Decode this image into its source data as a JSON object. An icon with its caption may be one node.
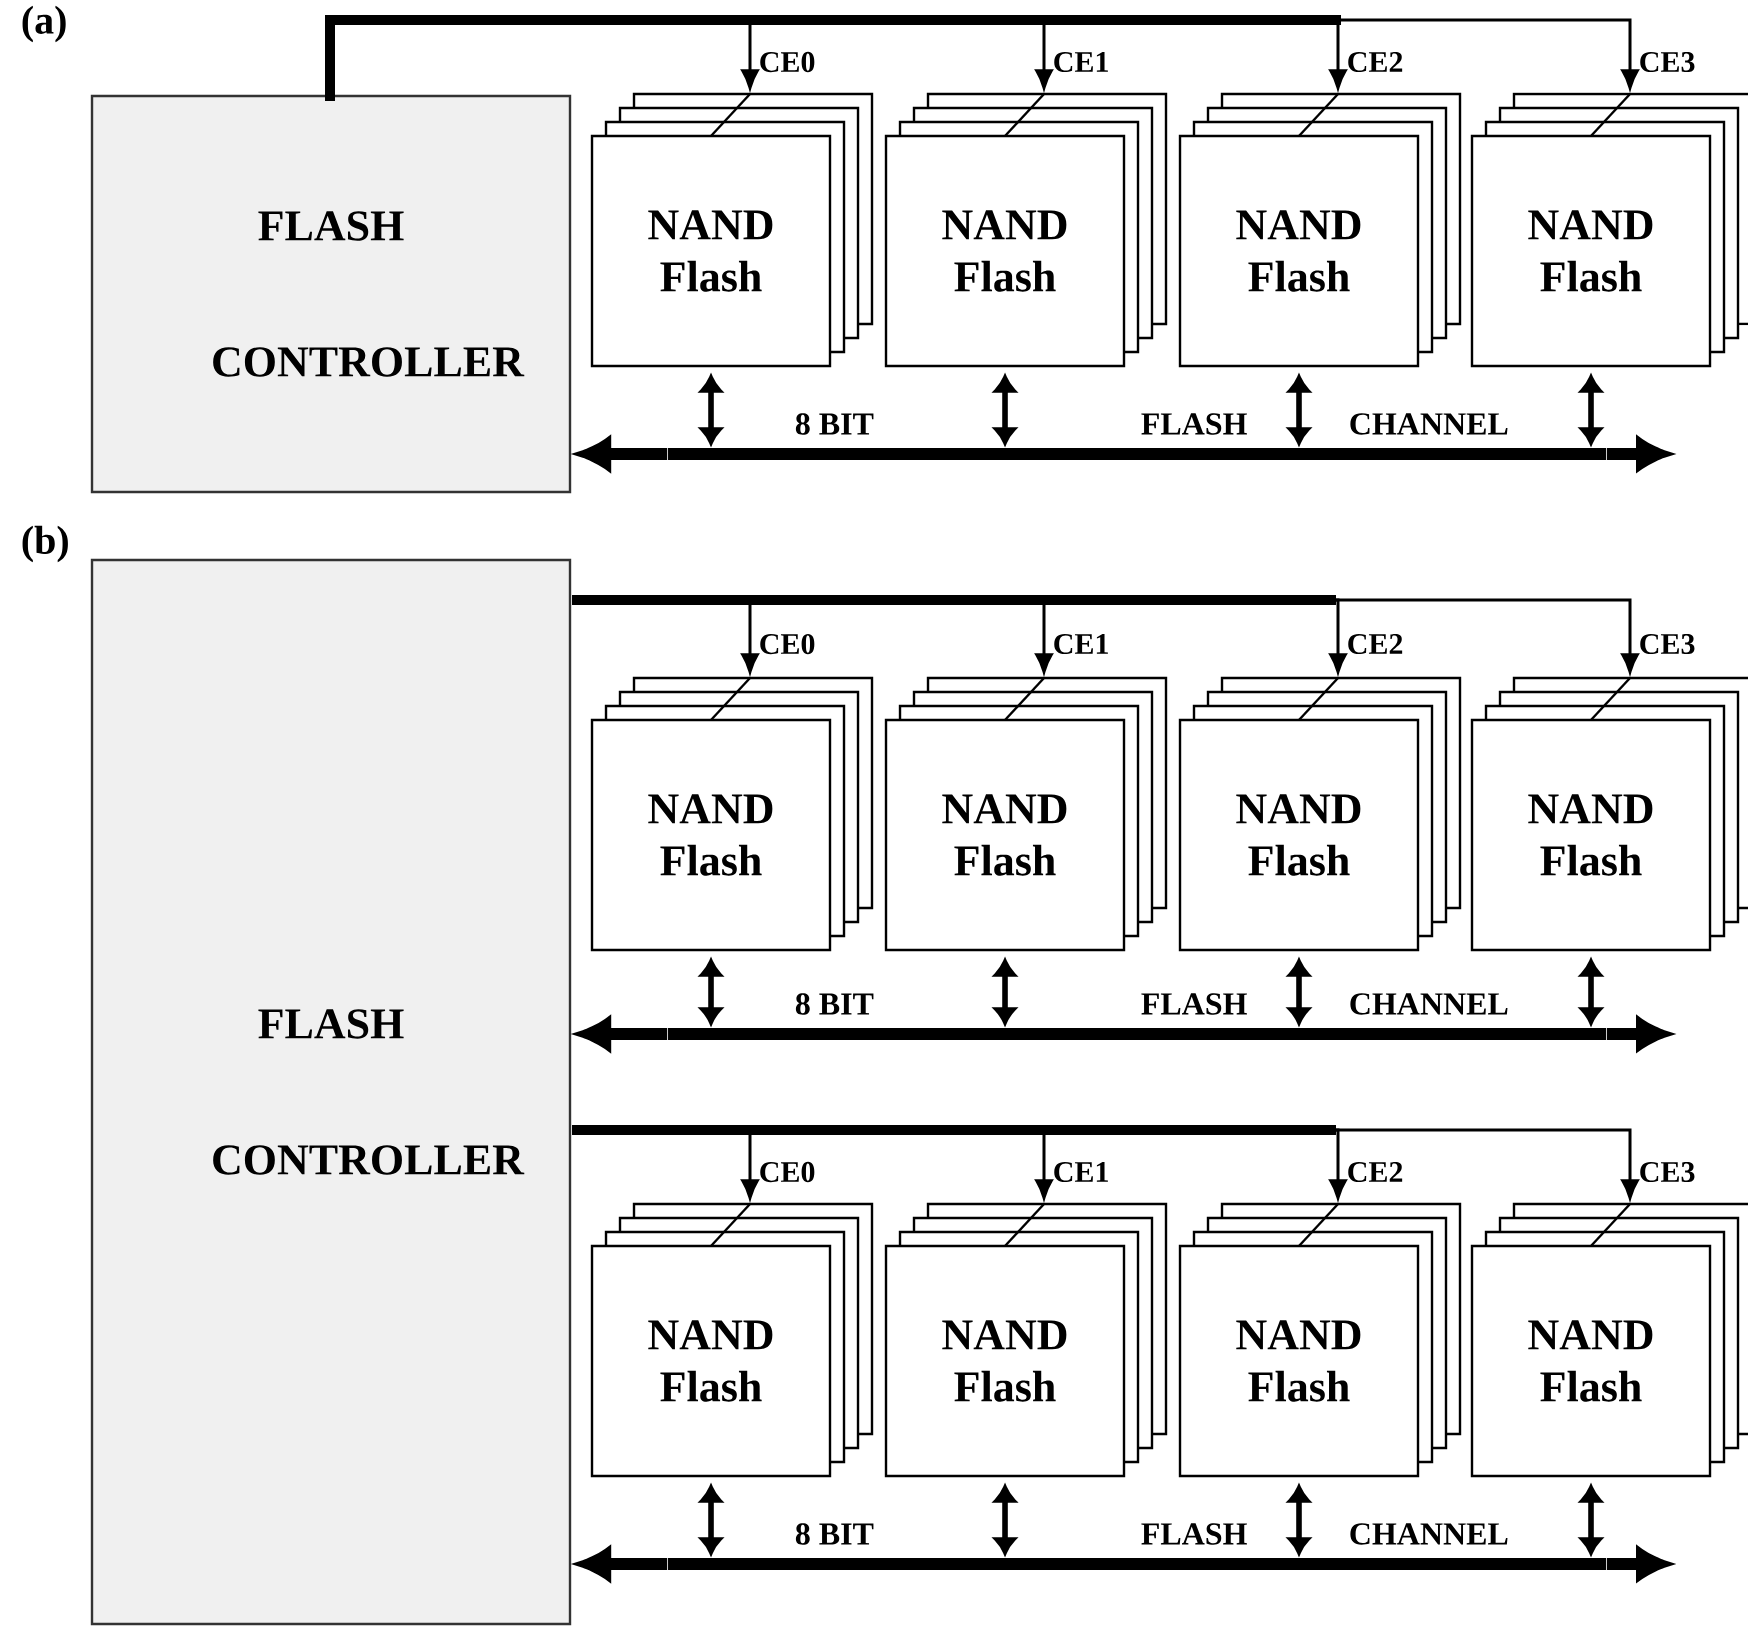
{
  "diagram": {
    "nodes": [
      {
        "text": [
          "FLASH CONTROLLER"
        ]
      },
      {
        "text": [
          "NAND Flash"
        ]
      },
      {
        "text": [
          "NAND Flash"
        ]
      },
      {
        "text": [
          "NAND Flash"
        ]
      },
      {
        "text": [
          "NAND Flash"
        ]
      },
      {
        "text": [],
        "shape": "bar",
        "beside": [
          "8 BIT",
          "FLASH",
          "CHANNEL"
        ]
      },
      {
        "text": [
          "FLASH CONTROLLER"
        ]
      },
      {
        "text": [
          "NAND Flash"
        ]
      },
      {
        "text": [
          "NAND Flash"
        ]
      },
      {
        "text": [
          "NAND Flash"
        ]
      },
      {
        "text": [
          "NAND Flash"
        ]
      },
      {
        "text": [],
        "shape": "bar",
        "beside": [
          "8 BIT",
          "FLASH",
          "CHANNEL"
        ]
      },
      {
        "text": [
          "NAND Flash"
        ]
      },
      {
        "text": [
          "NAND Flash"
        ]
      },
      {
        "text": [
          "NAND Flash"
        ]
      },
      {
        "text": [
          "NAND Flash"
        ]
      },
      {
        "text": [],
        "shape": "bar",
        "beside": [
          "8 BIT",
          "FLASH",
          "CHANNEL"
        ]
      }
    ],
    "edges": [
      {
        "from": 0,
        "to": 1,
        "arrow": "to",
        "label": "CE0"
      },
      {
        "from": 0,
        "to": 2,
        "arrow": "to",
        "label": "CE1"
      },
      {
        "from": 0,
        "to": 3,
        "arrow": "to",
        "label": "CE2"
      },
      {
        "from": 0,
        "to": 4,
        "arrow": "to",
        "label": "CE3"
      },
      {
        "from": 1,
        "to": 5,
        "arrow": "both"
      },
      {
        "from": 2,
        "to": 5,
        "arrow": "both"
      },
      {
        "from": 3,
        "to": 5,
        "arrow": "both"
      },
      {
        "from": 4,
        "to": 5,
        "arrow": "both"
      },
      {
        "from": 5,
        "to": 0,
        "arrow": "to",
        "style": "thick"
      },
      {
        "from": 5,
        "to": null,
        "arrow": "to",
        "style": "thick"
      },
      {
        "from": 6,
        "to": 7,
        "arrow": "to",
        "label": "CE0"
      },
      {
        "from": 6,
        "to": 8,
        "arrow": "to",
        "label": "CE1"
      },
      {
        "from": 6,
        "to": 9,
        "arrow": "to",
        "label": "CE2"
      },
      {
        "from": 6,
        "to": 10,
        "arrow": "to",
        "label": "CE3"
      },
      {
        "from": 7,
        "to": 11,
        "arrow": "both"
      },
      {
        "from": 8,
        "to": 11,
        "arrow": "both"
      },
      {
        "from": 9,
        "to": 11,
        "arrow": "both"
      },
      {
        "from": 10,
        "to": 11,
        "arrow": "both"
      },
      {
        "from": 11,
        "to": 6,
        "arrow": "to",
        "style": "thick"
      },
      {
        "from": 11,
        "to": null,
        "arrow": "to",
        "style": "thick"
      },
      {
        "from": 6,
        "to": 12,
        "arrow": "to",
        "label": "CE0"
      },
      {
        "from": 6,
        "to": 13,
        "arrow": "to",
        "label": "CE1"
      },
      {
        "from": 6,
        "to": 14,
        "arrow": "to",
        "label": "CE2"
      },
      {
        "from": 6,
        "to": 15,
        "arrow": "to",
        "label": "CE3"
      },
      {
        "from": 12,
        "to": 16,
        "arrow": "both"
      },
      {
        "from": 13,
        "to": 16,
        "arrow": "both"
      },
      {
        "from": 14,
        "to": 16,
        "arrow": "both"
      },
      {
        "from": 15,
        "to": 16,
        "arrow": "both"
      },
      {
        "from": 16,
        "to": 6,
        "arrow": "to",
        "style": "thick"
      },
      {
        "from": 16,
        "to": null,
        "arrow": "to",
        "style": "thick"
      }
    ],
    "labels": [
      "(a)",
      "(b)"
    ]
  }
}
